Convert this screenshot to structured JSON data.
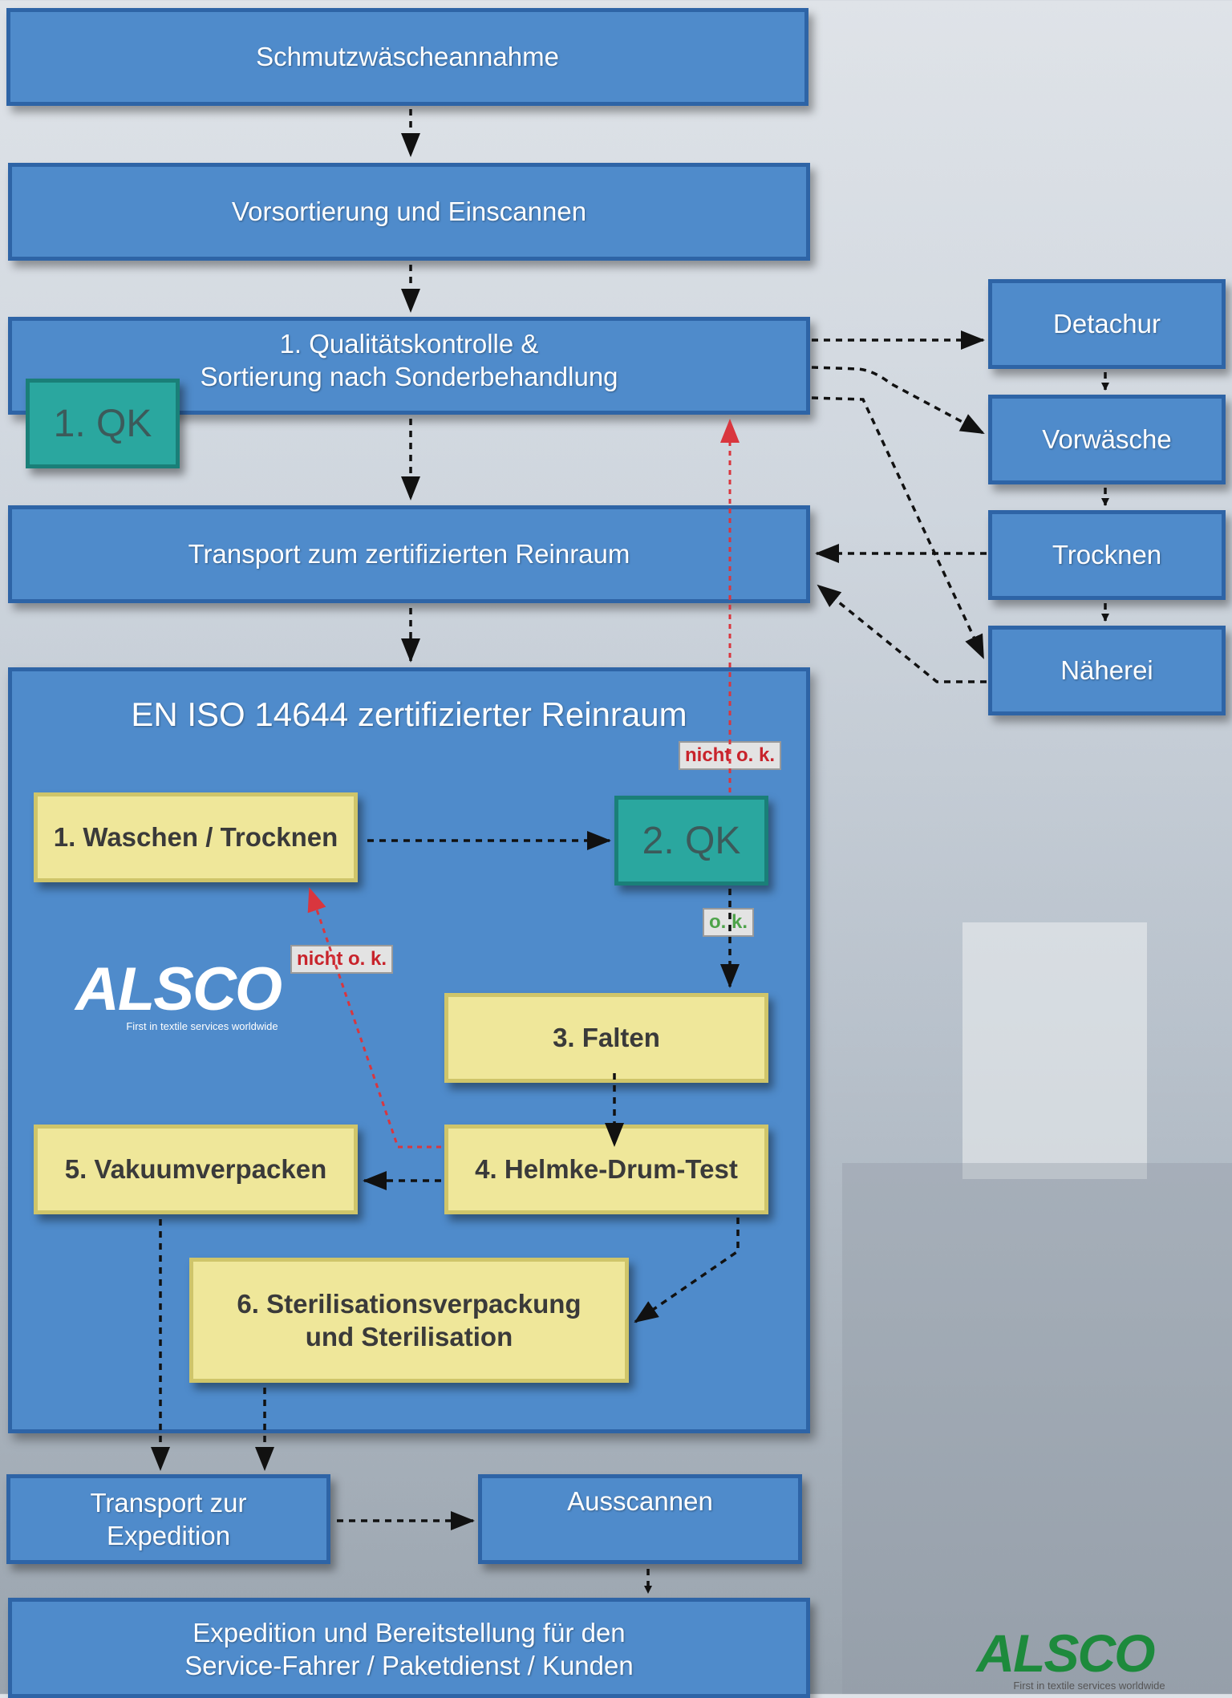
{
  "steps": {
    "s1": "Schmutzwäscheannahme",
    "s2": "Vorsortierung und Einscannen",
    "s3_line1": "1. Qualitätskontrolle &",
    "s3_line2": "Sortierung nach Sonderbehandlung",
    "s4": "Transport zum zertifizierten Reinraum",
    "transport_line1": "Transport zur",
    "transport_line2": "Expedition",
    "ausscannen": "Ausscannen",
    "expedition_line1": "Expedition und Bereitstellung für den",
    "expedition_line2": "Service-Fahrer / Paketdienst / Kunden"
  },
  "side": {
    "detachur": "Detachur",
    "vorwaesche": "Vorwäsche",
    "trocknen": "Trocknen",
    "naeherei": "Näherei"
  },
  "qk": {
    "qk1": "1. QK",
    "qk2": "2. QK"
  },
  "cleanroom": {
    "title": "EN ISO 14644 zertifizierter Reinraum",
    "waschen": "1. Waschen / Trocknen",
    "falten": "3. Falten",
    "helmke": "4. Helmke-Drum-Test",
    "vakuum": "5. Vakuumverpacken",
    "steril_line1": "6. Sterilisationsverpackung",
    "steril_line2": "und Sterilisation"
  },
  "tags": {
    "nicht_ok_1": "nicht o. k.",
    "nicht_ok_2": "nicht o. k.",
    "ok": "o. k."
  },
  "logos": {
    "inner_name": "ALSCO",
    "inner_tagline": "First in textile services worldwide",
    "corner_name": "ALSCO",
    "corner_tagline": "First in textile services worldwide"
  },
  "colors": {
    "box_blue": "#4f8bcb",
    "box_yellow": "#efe79a",
    "qk_teal": "#2aa79f",
    "fail_red": "#d9363e",
    "ok_green": "#4ea34a",
    "logo_green": "#1d8a3c"
  }
}
